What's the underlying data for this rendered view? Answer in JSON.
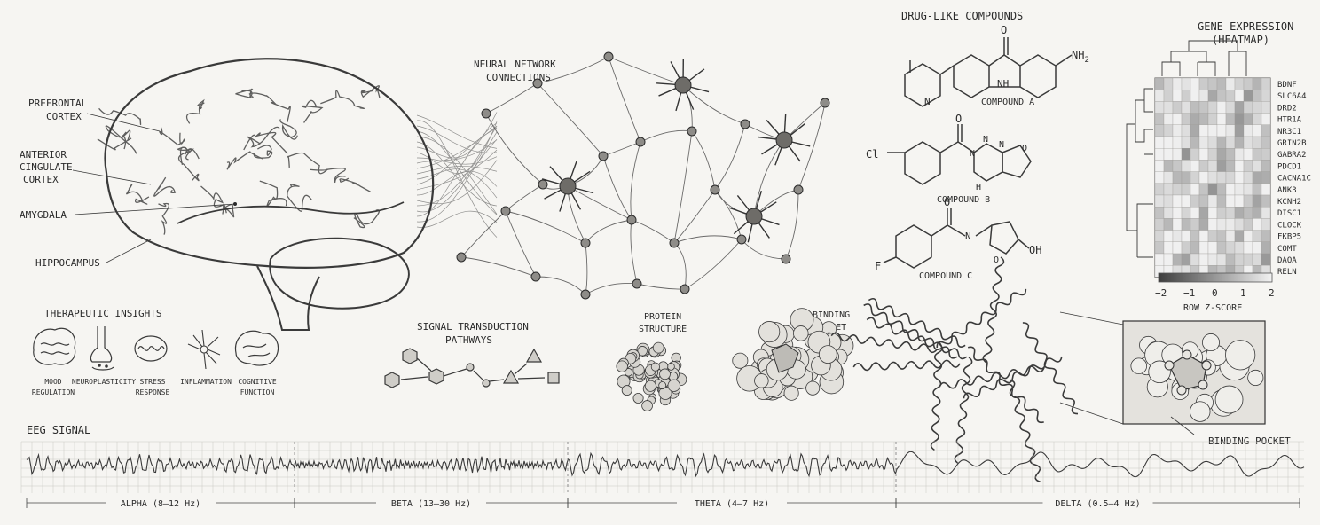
{
  "brain": {
    "labels": {
      "prefrontal_1": "PREFRONTAL",
      "prefrontal_2": "CORTEX",
      "anterior_1": "ANTERIOR",
      "anterior_2": "CINGULATE",
      "anterior_3": "CORTEX",
      "amygdala": "AMYGDALA",
      "hippocampus": "HIPPOCAMPUS"
    }
  },
  "network": {
    "title_1": "NEURAL NETWORK",
    "title_2": "CONNECTIONS"
  },
  "compounds": {
    "title": "DRUG-LIKE COMPOUNDS",
    "a_label": "COMPOUND A",
    "b_label": "COMPOUND B",
    "c_label": "COMPOUND C",
    "a_nh2": "NH",
    "a_nh2_sub": "2",
    "a_nh": "NH",
    "a_o": "O",
    "a_n": "N",
    "b_cl": "Cl",
    "b_o1": "O",
    "b_n1": "N",
    "b_n2": "N",
    "b_n3": "N",
    "b_h": "H",
    "b_o2": "O",
    "c_f": "F",
    "c_o": "O",
    "c_n": "N",
    "c_oh": "OH",
    "c_o2": "O"
  },
  "heatmap": {
    "title_1": "GENE EXPRESSION",
    "title_2": "(HEATMAP)",
    "genes": [
      "BDNF",
      "SLC6A4",
      "DRD2",
      "HTR1A",
      "NR3C1",
      "GRIN2B",
      "GABRA2",
      "PDCD1",
      "CACNA1C",
      "ANK3",
      "KCNH2",
      "DISC1",
      "CLOCK",
      "FKBP5",
      "COMT",
      "DAOA",
      "RELN"
    ],
    "scale_ticks": [
      "−2",
      "−1",
      "0",
      "1",
      "2"
    ],
    "scale_label": "ROW Z-SCORE"
  },
  "therapeutic": {
    "title": "THERAPEUTIC INSIGHTS",
    "items": [
      {
        "line1": "MOOD",
        "line2": "REGULATION"
      },
      {
        "line1": "NEUROPLASTICITY",
        "line2": ""
      },
      {
        "line1": "STRESS",
        "line2": "RESPONSE"
      },
      {
        "line1": "INFLAMMATION",
        "line2": ""
      },
      {
        "line1": "COGNITIVE",
        "line2": "FUNCTION"
      }
    ]
  },
  "signal": {
    "title_1": "SIGNAL TRANSDUCTION",
    "title_2": "PATHWAYS"
  },
  "protein": {
    "structure_1": "PROTEIN",
    "structure_2": "STRUCTURE",
    "binding_1": "BINDING",
    "binding_2": "POCKET",
    "binding_large": "BINDING POCKET"
  },
  "eeg": {
    "title": "EEG SIGNAL",
    "bands": [
      "ALPHA (8–12 Hz)",
      "BETA (13–30 Hz)",
      "THETA (4–7 Hz)",
      "DELTA (0.5–4 Hz)"
    ]
  },
  "colors": {
    "ink": "#2b2b2b",
    "paper": "#f6f5f2",
    "heat_low": "#f2f2f2",
    "heat_high": "#3d3d3d"
  }
}
